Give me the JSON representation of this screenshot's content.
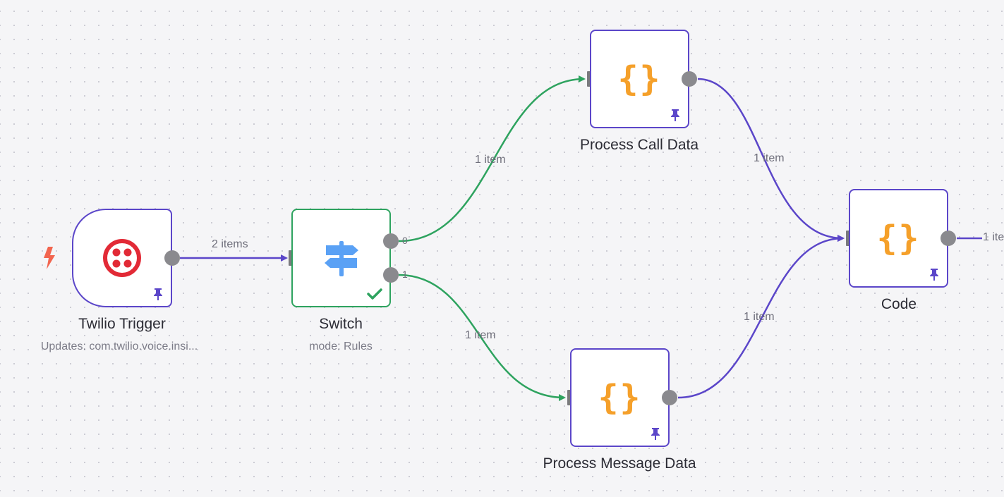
{
  "colors": {
    "edge_default": "#5b46c9",
    "edge_success": "#2ea35f",
    "code_icon": "#f5a02a",
    "twilio_red": "#e22a36",
    "switch_blue": "#5aa1f5",
    "trigger_bolt": "#f2654f"
  },
  "nodes": {
    "twilio_trigger": {
      "label": "Twilio Trigger",
      "subtitle": "Updates: com.twilio.voice.insi...",
      "icon": "twilio-icon",
      "pinned": true
    },
    "switch": {
      "label": "Switch",
      "subtitle": "mode: Rules",
      "icon": "signpost-icon",
      "status": "success",
      "outputs": [
        "0",
        "1"
      ]
    },
    "process_call_data": {
      "label": "Process Call Data",
      "icon": "code-braces-icon",
      "pinned": true
    },
    "process_message_data": {
      "label": "Process Message Data",
      "icon": "code-braces-icon",
      "pinned": true
    },
    "code": {
      "label": "Code",
      "icon": "code-braces-icon",
      "pinned": true
    }
  },
  "edges": {
    "trigger_to_switch": "2 items",
    "switch_to_call": "1 item",
    "switch_to_message": "1 item",
    "call_to_code": "1 item",
    "message_to_code": "1 item",
    "code_out": "1 ite"
  }
}
